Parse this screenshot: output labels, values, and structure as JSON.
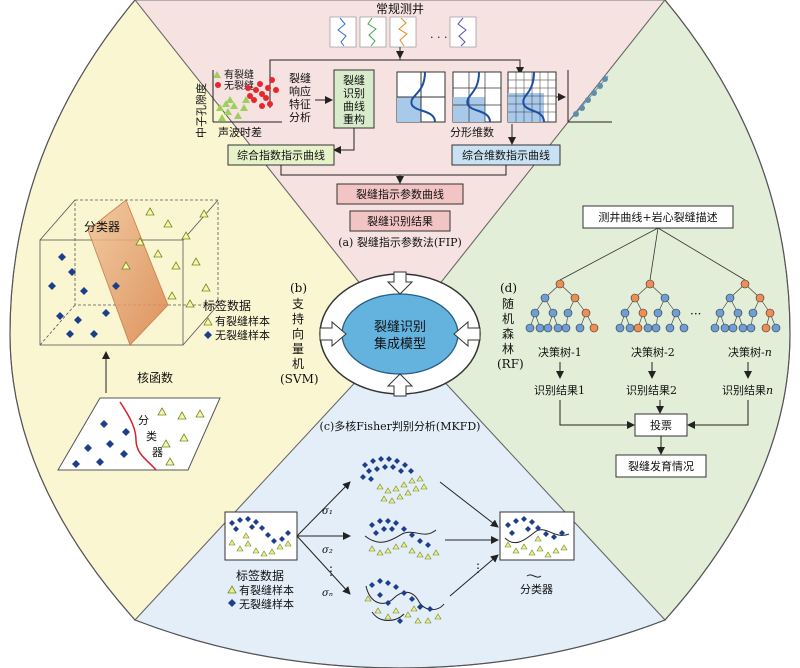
{
  "center": {
    "line1": "裂缝识别",
    "line2": "集成模型"
  },
  "fip": {
    "title": "(a) 裂缝指示参数法(FIP)",
    "well_log": "常规测井",
    "ellipsis": ". . .",
    "axis_y": "中子孔隙度",
    "axis_x": "声波时差",
    "legend_frac": "有裂缝",
    "legend_nofrac": "无裂缝",
    "feature_analysis": [
      "裂缝",
      "响应",
      "特征",
      "分析"
    ],
    "reconstruct": [
      "裂缝",
      "识别",
      "曲线",
      "重构"
    ],
    "fractal_dim": "分形维数",
    "composite_index": "综合指数指示曲线",
    "composite_dim": "综合维数指示曲线",
    "indicator_curve": "裂缝指示参数曲线",
    "result": "裂缝识别结果"
  },
  "svm": {
    "title": [
      "(b)",
      "支",
      "持",
      "向",
      "量",
      "机",
      "(SVM)"
    ],
    "classifier": "分类器",
    "kernel": "核函数",
    "label_data": "标签数据",
    "frac_sample": "有裂缝样本",
    "nofrac_sample": "无裂缝样本",
    "classifier_vertical": [
      "分",
      "类",
      "器"
    ]
  },
  "rf": {
    "title": [
      "(d)",
      "随",
      "机",
      "森",
      "林",
      "(RF)"
    ],
    "input": "测井曲线+岩心裂缝描述",
    "tree1": "决策树-1",
    "tree2": "决策树-2",
    "treen_prefix": "决策树-",
    "treen_suffix": "n",
    "ellipsis": "···",
    "res1": "识别结果1",
    "res2": "识别结果2",
    "resn_prefix": "识别结果",
    "resn_suffix": "n",
    "vote": "投票",
    "outcome": "裂缝发育情况"
  },
  "mkfd": {
    "title": "(c)多核Fisher判别分析(MKFD)",
    "sigma1": "σ₁",
    "sigma2": "σ₂",
    "sigman": "σₙ",
    "vdots": "⋮",
    "label_data": "标签数据",
    "frac_sample": "有裂缝样本",
    "nofrac_sample": "无裂缝样本",
    "classifier": "分类器"
  },
  "colors": {
    "fip_bg": "#f6e2e1",
    "svm_bg": "#fbf6d2",
    "rf_bg": "#e2eed7",
    "mkfd_bg": "#e3eef8",
    "center_fill": "#63b3de",
    "triangle": "#c9e07a",
    "diamond": "#1c3f8c",
    "red_dot": "#e8262b",
    "green_tri": "#9ccf5e",
    "box_green": "#d8eccc",
    "box_blue": "#c8e2f3",
    "box_red": "#f2c4c4",
    "tree_blue": "#6f9ed6",
    "tree_orange": "#ef8d55"
  }
}
